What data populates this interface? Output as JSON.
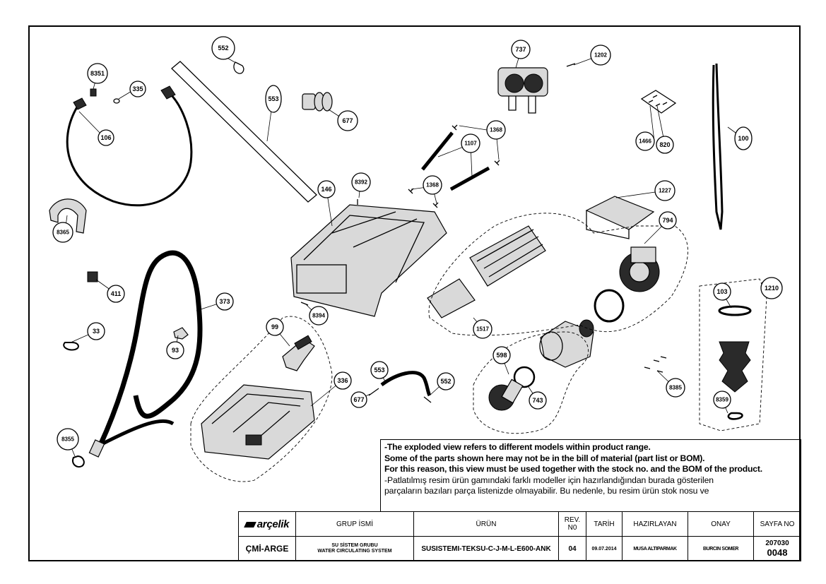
{
  "callouts": [
    "8351",
    "335",
    "106",
    "552",
    "553",
    "677",
    "8392",
    "146",
    "1368",
    "1107",
    "1368",
    "737",
    "1202",
    "1466",
    "820",
    "100",
    "1227",
    "794",
    "8365",
    "411",
    "373",
    "33",
    "93",
    "8394",
    "99",
    "336",
    "1517",
    "598",
    "743",
    "553",
    "552",
    "677",
    "103",
    "1210",
    "8385",
    "8359",
    "8355"
  ],
  "notes": {
    "line1": "-The exploded view refers to different models within product range.",
    "line2": "Some of the parts shown here may not be in the bill of material (part list or BOM).",
    "line3": "For this reason, this view must be used together with the stock no. and the BOM of the product.",
    "line4": "-Patlatılmış resim ürün gamındaki farklı modeller için hazırlandığından burada gösterilen",
    "line5": "parçaların bazıları parça listenizde olmayabilir. Bu nedenle, bu resim ürün stok nosu ve"
  },
  "title_block": {
    "brand": "arçelik",
    "headers": {
      "group": "GRUP İSMİ",
      "product": "ÜRÜN",
      "rev_line1": "REV.",
      "rev_line2": "N0",
      "date": "TARİH",
      "prepared": "HAZIRLAYAN",
      "approval": "ONAY",
      "page": "SAYFA NO"
    },
    "values": {
      "dept": "ÇMİ-ARGE",
      "group_line1": "SU SİSTEM GRUBU",
      "group_line2": "WATER CIRCULATING SYSTEM",
      "product": "SUSISTEMI-TEKSU-C-J-M-L-E600-ANK",
      "rev": "04",
      "date": "09.07.2014",
      "prepared": "MUSA ALTIPARMAK",
      "approval": "BURCIN SOMER",
      "page_prefix": "207030",
      "page_number": "0048"
    }
  }
}
